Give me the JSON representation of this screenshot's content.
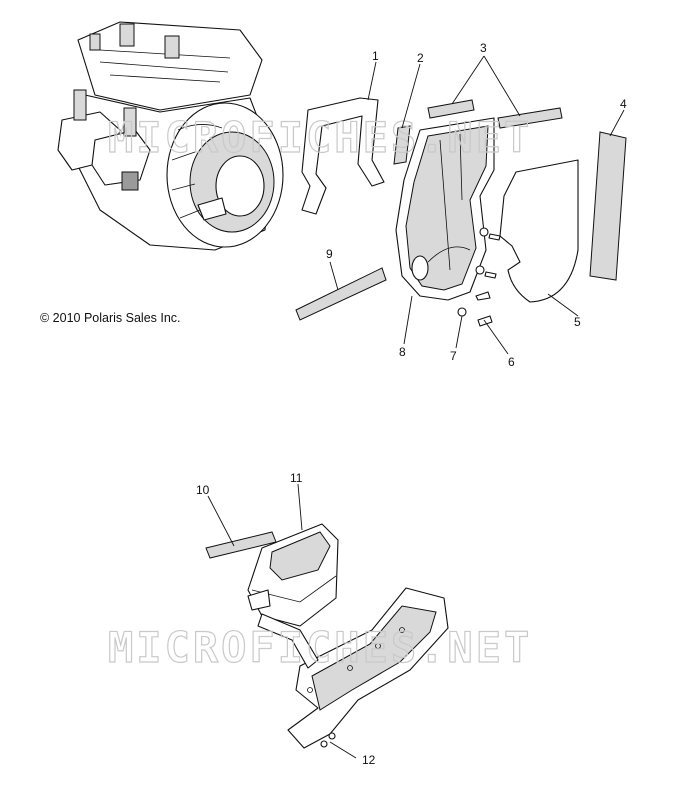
{
  "copyright": "© 2010 Polaris Sales Inc.",
  "watermark": "MICROFICHES.NET",
  "callouts": [
    "1",
    "2",
    "3",
    "4",
    "5",
    "6",
    "7",
    "8",
    "9",
    "10",
    "11",
    "12"
  ]
}
